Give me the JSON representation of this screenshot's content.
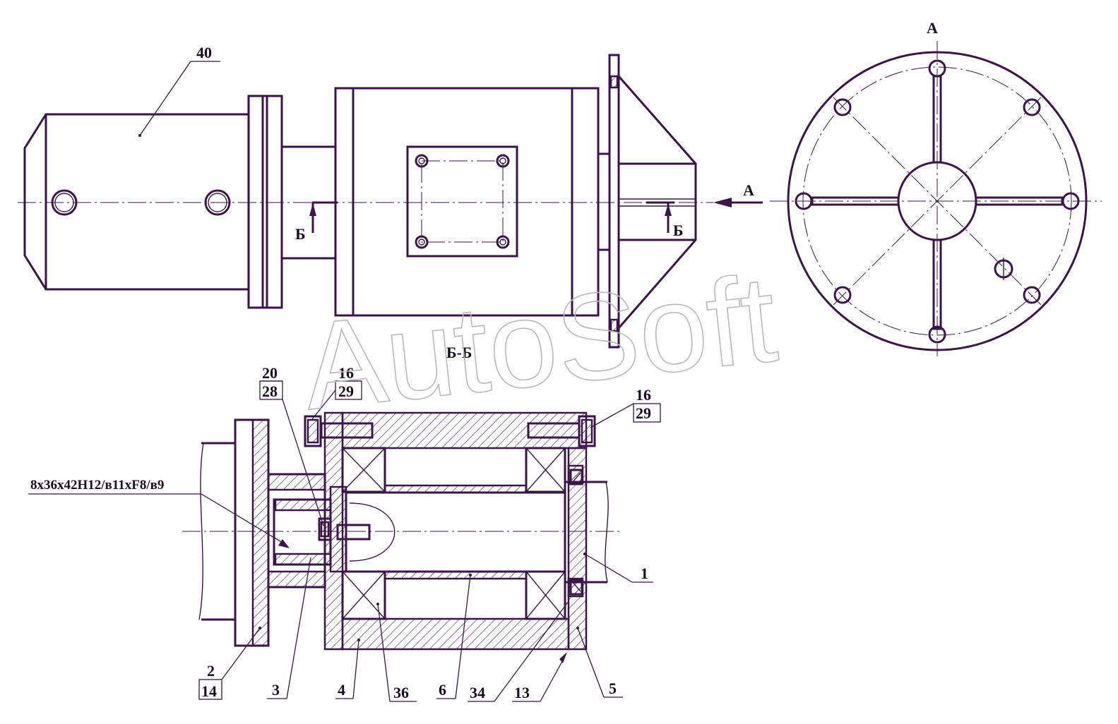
{
  "view_labels": {
    "view_a": "А",
    "section_b": "Б",
    "section_title": "Б-Б"
  },
  "callouts": {
    "c40": "40",
    "c20": "20",
    "c28": "28",
    "c16a": "16",
    "c29a": "29",
    "c16b": "16",
    "c29b": "29",
    "spline_spec": "8x36x42H12/в11xF8/в9",
    "c1": "1",
    "c2": "2",
    "c14": "14",
    "c3": "3",
    "c4": "4",
    "c36": "36",
    "c6": "6",
    "c34": "34",
    "c13": "13",
    "c5": "5"
  },
  "watermark": "AutoSoft",
  "colors": {
    "line": "#3a1646",
    "text": "#1a0a22",
    "watermark": "#b8b8b8"
  }
}
